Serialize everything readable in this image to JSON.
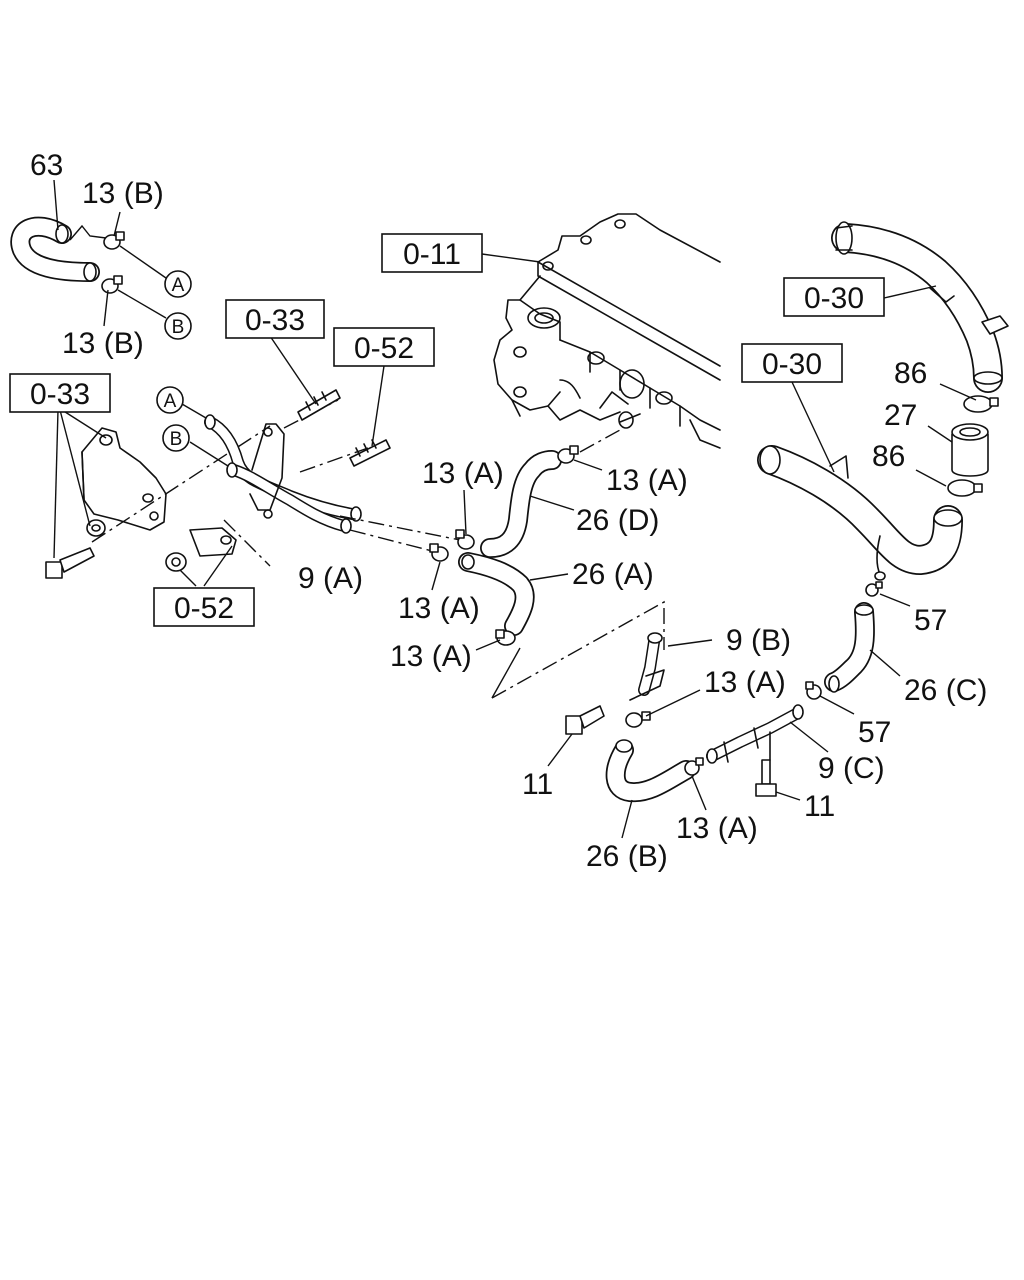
{
  "refs": {
    "r011": "0-11",
    "r030a": "0-30",
    "r030b": "0-30",
    "r033a": "0-33",
    "r033b": "0-33",
    "r052a": "0-52",
    "r052b": "0-52"
  },
  "circles": {
    "a1": "A",
    "b1": "B",
    "a2": "A",
    "b2": "B"
  },
  "labels": {
    "p63": "63",
    "p13b_top": "13 (B)",
    "p13b_bottom": "13 (B)",
    "p13a_1": "13 (A)",
    "p13a_2": "13 (A)",
    "p13a_3": "13 (A)",
    "p13a_4": "13 (A)",
    "p13a_5": "13 (A)",
    "p13a_6": "13 (A)",
    "p26d": "26 (D)",
    "p26a": "26 (A)",
    "p26b": "26 (B)",
    "p26c": "26 (C)",
    "p9a": "9 (A)",
    "p9b": "9 (B)",
    "p9c": "9 (C)",
    "p86_1": "86",
    "p86_2": "86",
    "p27": "27",
    "p57_1": "57",
    "p57_2": "57",
    "p11_1": "11",
    "p11_2": "11"
  }
}
